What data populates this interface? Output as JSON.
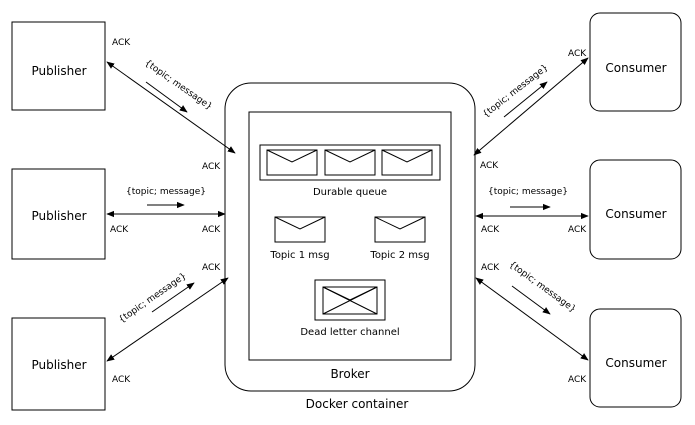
{
  "nodes": {
    "publisher_1": "Publisher",
    "publisher_2": "Publisher",
    "publisher_3": "Publisher",
    "consumer_1": "Consumer",
    "consumer_2": "Consumer",
    "consumer_3": "Consumer",
    "broker": "Broker",
    "docker_container": "Docker container"
  },
  "queues": {
    "durable_queue": "Durable queue",
    "topic_1": "Topic 1 msg",
    "topic_2": "Topic 2 msg",
    "dead_letter": "Dead letter channel"
  },
  "edge_labels": {
    "ack": "ACK",
    "message": "{topic; message}"
  }
}
